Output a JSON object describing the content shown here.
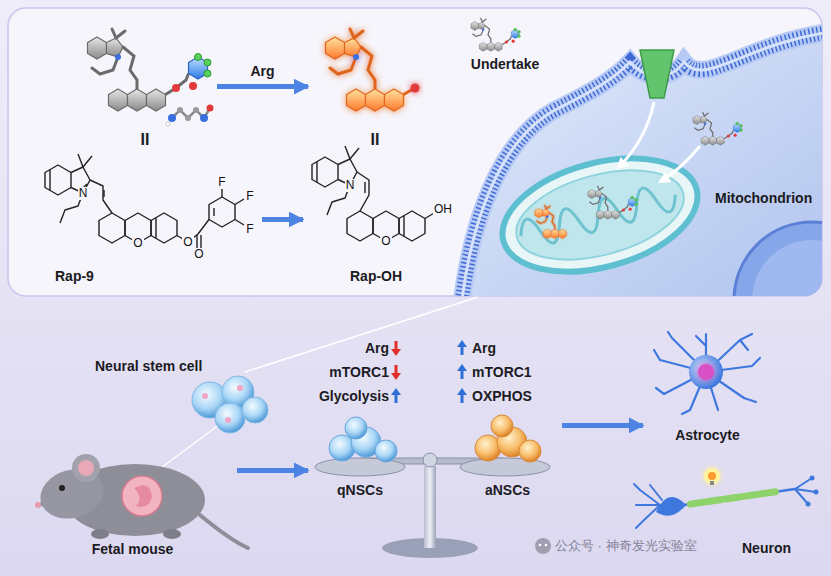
{
  "diagram": {
    "nodes": [
      {
        "text": [
          "II"
        ]
      },
      {
        "text": [
          "II"
        ]
      },
      {
        "text": [
          "Rap-9"
        ]
      },
      {
        "text": [
          "Rap-OH"
        ]
      },
      {
        "text": [
          "Mitochondrion"
        ]
      },
      {
        "text": [
          "Neural stem cell"
        ]
      },
      {
        "text": [
          "Fetal mouse"
        ]
      },
      {
        "text": [
          "qNSCs"
        ]
      },
      {
        "text": [
          "aNSCs"
        ]
      },
      {
        "text": [
          "Astrocyte"
        ]
      },
      {
        "text": [
          "Neuron"
        ]
      }
    ],
    "edges": [
      {
        "from": 0,
        "to": 1,
        "label": "Arg",
        "arrow": "to"
      },
      {
        "from": 2,
        "to": 3,
        "arrow": "to"
      },
      {
        "from": 6,
        "to": 7,
        "arrow": "to"
      },
      {
        "from": 8,
        "to": 9,
        "arrow": "to"
      }
    ],
    "labels": [
      "N",
      "O",
      "O",
      "O",
      "F",
      "F",
      "F",
      "N",
      "O",
      "OH",
      "Undertake",
      "Arg",
      "mTORC1",
      "Glycolysis",
      "Arg",
      "mTORC1",
      "OXPHOS",
      "公众号 · 神奇发光实验室"
    ]
  }
}
